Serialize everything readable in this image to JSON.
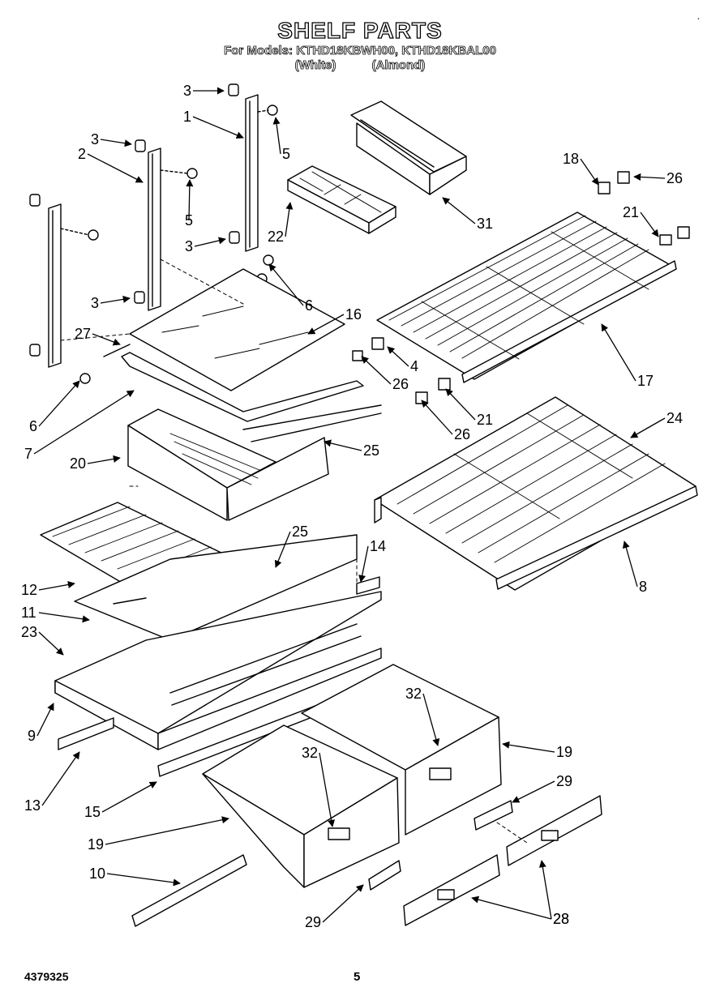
{
  "header": {
    "title": "SHELF PARTS",
    "models_line": "For Models: KTHD18KBWH00, KTHD18KBAL00",
    "variant_white": "(White)",
    "variant_almond": "(Almond)"
  },
  "footer": {
    "doc_number": "4379325",
    "page_number": "5"
  },
  "corner_mark": "¸",
  "callouts": [
    "3",
    "1",
    "5",
    "3",
    "2",
    "5",
    "3",
    "3",
    "6",
    "6",
    "22",
    "31",
    "18",
    "26",
    "21",
    "27",
    "16",
    "7",
    "4",
    "26",
    "17",
    "21",
    "26",
    "20",
    "25",
    "24",
    "25",
    "14",
    "12",
    "11",
    "23",
    "9",
    "13",
    "15",
    "32",
    "32",
    "19",
    "19",
    "29",
    "29",
    "28",
    "28",
    "10",
    "8"
  ],
  "parts_drawn": [
    "door-shelf-bin",
    "ice-cube-tray",
    "wire-shelf",
    "glass-shelf-cover",
    "crisper-drawer",
    "pan-divider-rails",
    "shelf-supports",
    "shelf-clips",
    "screws",
    "meat-pan",
    "drawer-fronts",
    "trim-strips"
  ]
}
